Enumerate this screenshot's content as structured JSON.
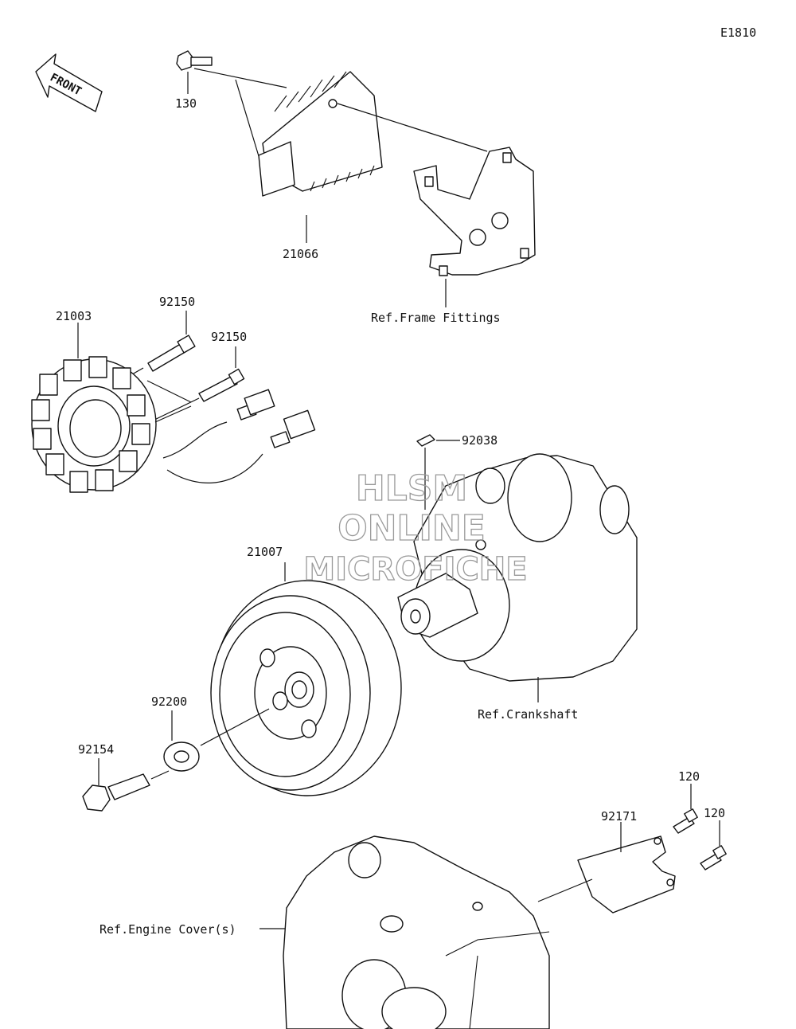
{
  "diagram_code": "E1810",
  "front_arrow_text": "FRONT",
  "watermark": [
    "HLSM",
    "ONLINE",
    "MICROFICHE"
  ],
  "parts": [
    {
      "number": "130"
    },
    {
      "number": "21066"
    },
    {
      "number": "21003"
    },
    {
      "number": "92150"
    },
    {
      "number": "92150"
    },
    {
      "number": "92038"
    },
    {
      "number": "21007"
    },
    {
      "number": "92200"
    },
    {
      "number": "92154"
    },
    {
      "number": "120"
    },
    {
      "number": "120"
    },
    {
      "number": "92171"
    }
  ],
  "references": [
    {
      "text": "Ref.Frame Fittings"
    },
    {
      "text": "Ref.Crankshaft"
    },
    {
      "text": "Ref.Engine Cover(s)"
    }
  ]
}
